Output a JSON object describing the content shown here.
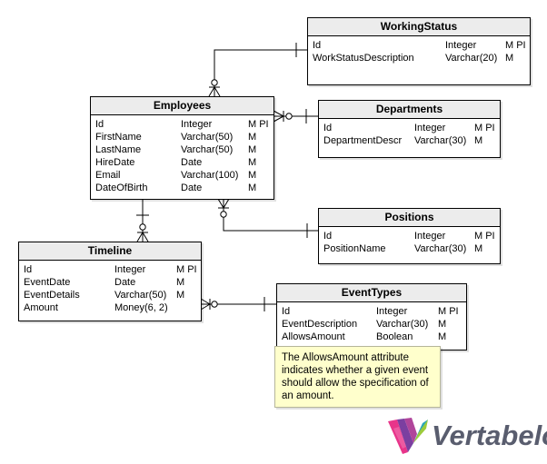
{
  "entities": {
    "working_status": {
      "title": "WorkingStatus",
      "attributes": [
        {
          "name": "Id",
          "type": "Integer",
          "flags": "M PI"
        },
        {
          "name": "WorkStatusDescription",
          "type": "Varchar(20)",
          "flags": "M"
        }
      ]
    },
    "employees": {
      "title": "Employees",
      "attributes": [
        {
          "name": "Id",
          "type": "Integer",
          "flags": "M PI"
        },
        {
          "name": "FirstName",
          "type": "Varchar(50)",
          "flags": "M"
        },
        {
          "name": "LastName",
          "type": "Varchar(50)",
          "flags": "M"
        },
        {
          "name": "HireDate",
          "type": "Date",
          "flags": "M"
        },
        {
          "name": "Email",
          "type": "Varchar(100)",
          "flags": "M"
        },
        {
          "name": "DateOfBirth",
          "type": "Date",
          "flags": "M"
        }
      ]
    },
    "departments": {
      "title": "Departments",
      "attributes": [
        {
          "name": "Id",
          "type": "Integer",
          "flags": "M PI"
        },
        {
          "name": "DepartmentDescr",
          "type": "Varchar(30)",
          "flags": "M"
        }
      ]
    },
    "positions": {
      "title": "Positions",
      "attributes": [
        {
          "name": "Id",
          "type": "Integer",
          "flags": "M PI"
        },
        {
          "name": "PositionName",
          "type": "Varchar(30)",
          "flags": "M"
        }
      ]
    },
    "timeline": {
      "title": "Timeline",
      "attributes": [
        {
          "name": "Id",
          "type": "Integer",
          "flags": "M PI"
        },
        {
          "name": "EventDate",
          "type": "Date",
          "flags": "M"
        },
        {
          "name": "EventDetails",
          "type": "Varchar(50)",
          "flags": "M"
        },
        {
          "name": "Amount",
          "type": "Money(6, 2)",
          "flags": ""
        }
      ]
    },
    "event_types": {
      "title": "EventTypes",
      "attributes": [
        {
          "name": "Id",
          "type": "Integer",
          "flags": "M PI"
        },
        {
          "name": "EventDescription",
          "type": "Varchar(30)",
          "flags": "M"
        },
        {
          "name": "AllowsAmount",
          "type": "Boolean",
          "flags": "M"
        }
      ]
    }
  },
  "note": {
    "lines": [
      "The AllowsAmount attribute",
      "indicates whether a given event",
      "should allow the specification of",
      "an amount."
    ]
  },
  "logo": {
    "text": "Vertabelo",
    "colors": [
      "#e8348a",
      "#7b3fa0",
      "#2aa6b9",
      "#9ccb3b"
    ]
  },
  "colors": {
    "header_bg": "#ececec",
    "note_bg": "#ffffcc",
    "logo_text": "#595d6e"
  }
}
